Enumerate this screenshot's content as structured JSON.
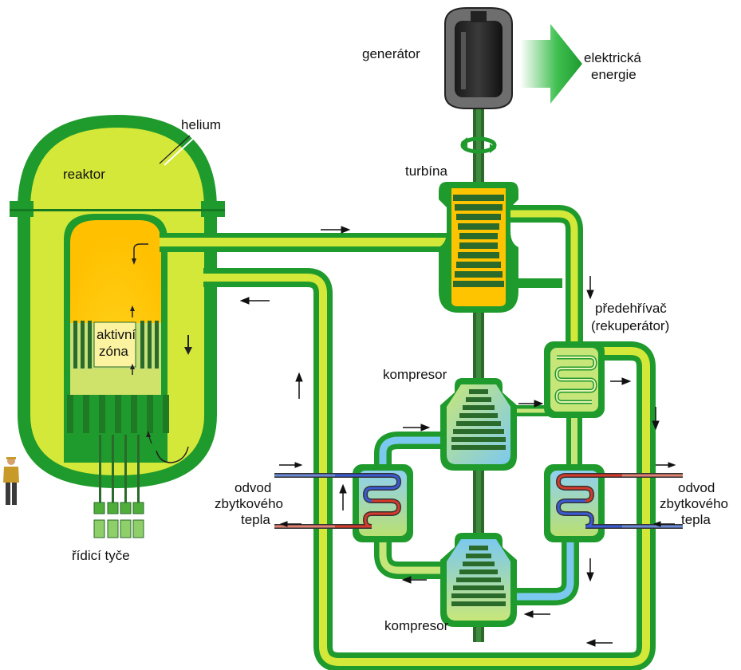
{
  "labels": {
    "generator": "generátor",
    "electric_energy_line1": "elektrická",
    "electric_energy_line2": "energie",
    "helium": "helium",
    "reactor": "reaktor",
    "turbine": "turbína",
    "preheater_line1": "předehřívač",
    "preheater_line2": "(rekuperátor)",
    "core_line1": "aktivní",
    "core_line2": "zóna",
    "compressor_upper": "kompresor",
    "compressor_lower": "kompresor",
    "waste_heat_left_line1": "odvod",
    "waste_heat_left_line2": "zbytkového",
    "waste_heat_left_line3": "tepla",
    "waste_heat_right_line1": "odvod",
    "waste_heat_right_line2": "zbytkového",
    "waste_heat_right_line3": "tepla",
    "control_rods": "řídicí tyče"
  },
  "colors": {
    "vessel_green": "#1f9a2c",
    "helium_yellow": "#d4e83a",
    "core_orange": "#ffc400",
    "cold_blue": "#6ec8ec",
    "shaft_green": "#2a6a2a",
    "hot_red": "#d63a2a",
    "cool_blue": "#3a5ad6"
  },
  "icons": [
    "person-icon",
    "rotation-arrow-icon",
    "flow-arrow-icon",
    "energy-arrow-icon"
  ]
}
